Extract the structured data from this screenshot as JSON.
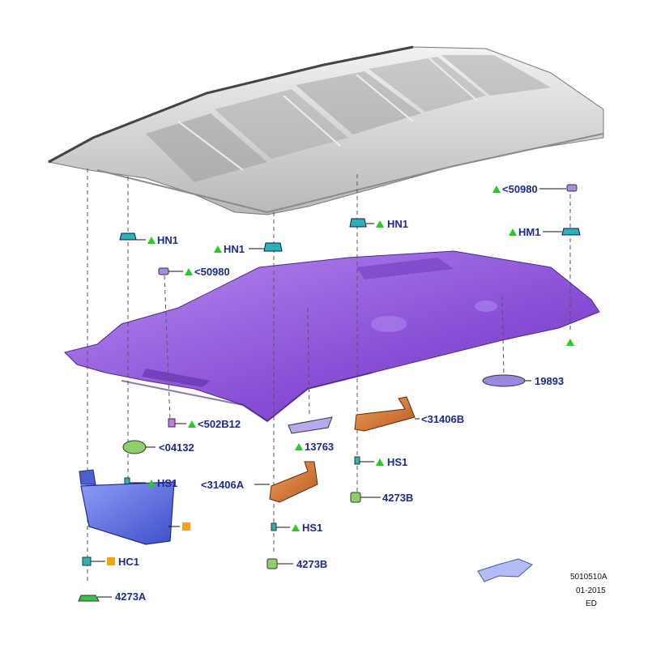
{
  "colors": {
    "label_text": "#1b2a8c",
    "triangle_marker": "#22cc22",
    "square_marker": "#f5a31a",
    "roof": "#c9c9c9",
    "headliner": "#8a4fd6",
    "visor": "#5566dd",
    "grab_handle": "#d0742f",
    "clip": "#2ab3b0",
    "clip_green": "#8fcf6b"
  },
  "icons": [
    "triangle-marker",
    "square-marker"
  ],
  "callouts": {
    "hn1_left": "HN1",
    "hn1_center": "HN1",
    "hn1_right": "HN1",
    "c50980_left": "<50980",
    "c50980_right": "<50980",
    "hm1": "HM1",
    "c19893": "19893",
    "c502b12": "<502B12",
    "c04132": "<04132",
    "hs1_left": "HS1",
    "hs1_center": "HS1",
    "hs1_right": "HS1",
    "c13763": "13763",
    "c31406b": "<31406B",
    "c31406a": "<31406A",
    "c4273b_right": "4273B",
    "c4273b_center": "4273B",
    "hc1": "HC1",
    "c4273a": "4273A"
  },
  "reference": {
    "code": "5010510A",
    "date": "01-2015",
    "initials": "ED"
  }
}
